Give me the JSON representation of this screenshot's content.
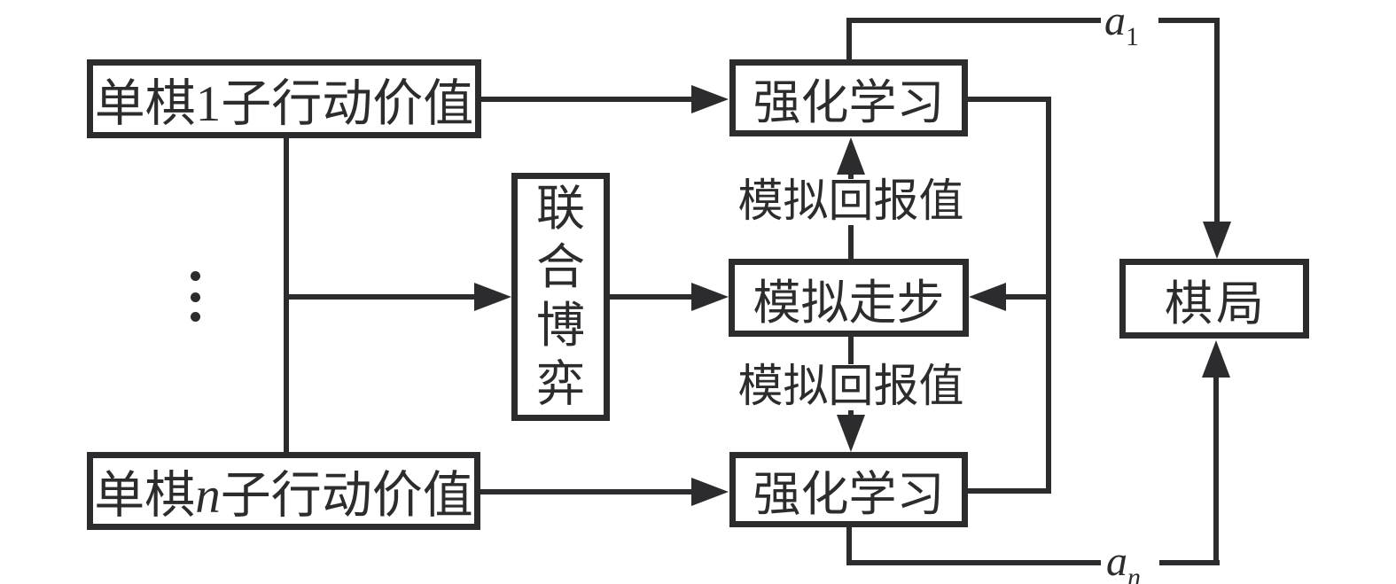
{
  "colors": {
    "ink": "#2c2c2e",
    "background": "#ffffff"
  },
  "boxes": {
    "piece1": {
      "prefix": "单棋",
      "var": "1",
      "suffix": "子行动价值"
    },
    "pieceN": {
      "prefix": "单棋",
      "var": "n",
      "suffix": "子行动价值"
    },
    "joint_game": {
      "label": "联合博弈"
    },
    "rl_top": {
      "label": "强化学习"
    },
    "sim_move": {
      "label": "模拟走步"
    },
    "rl_bottom": {
      "label": "强化学习"
    },
    "board": {
      "label": "棋局"
    }
  },
  "edge_labels": {
    "sim_return_top": "模拟回报值",
    "sim_return_bottom": "模拟回报值",
    "a1": {
      "base": "a",
      "sub": "1"
    },
    "an": {
      "base": "a",
      "sub": "n"
    }
  }
}
